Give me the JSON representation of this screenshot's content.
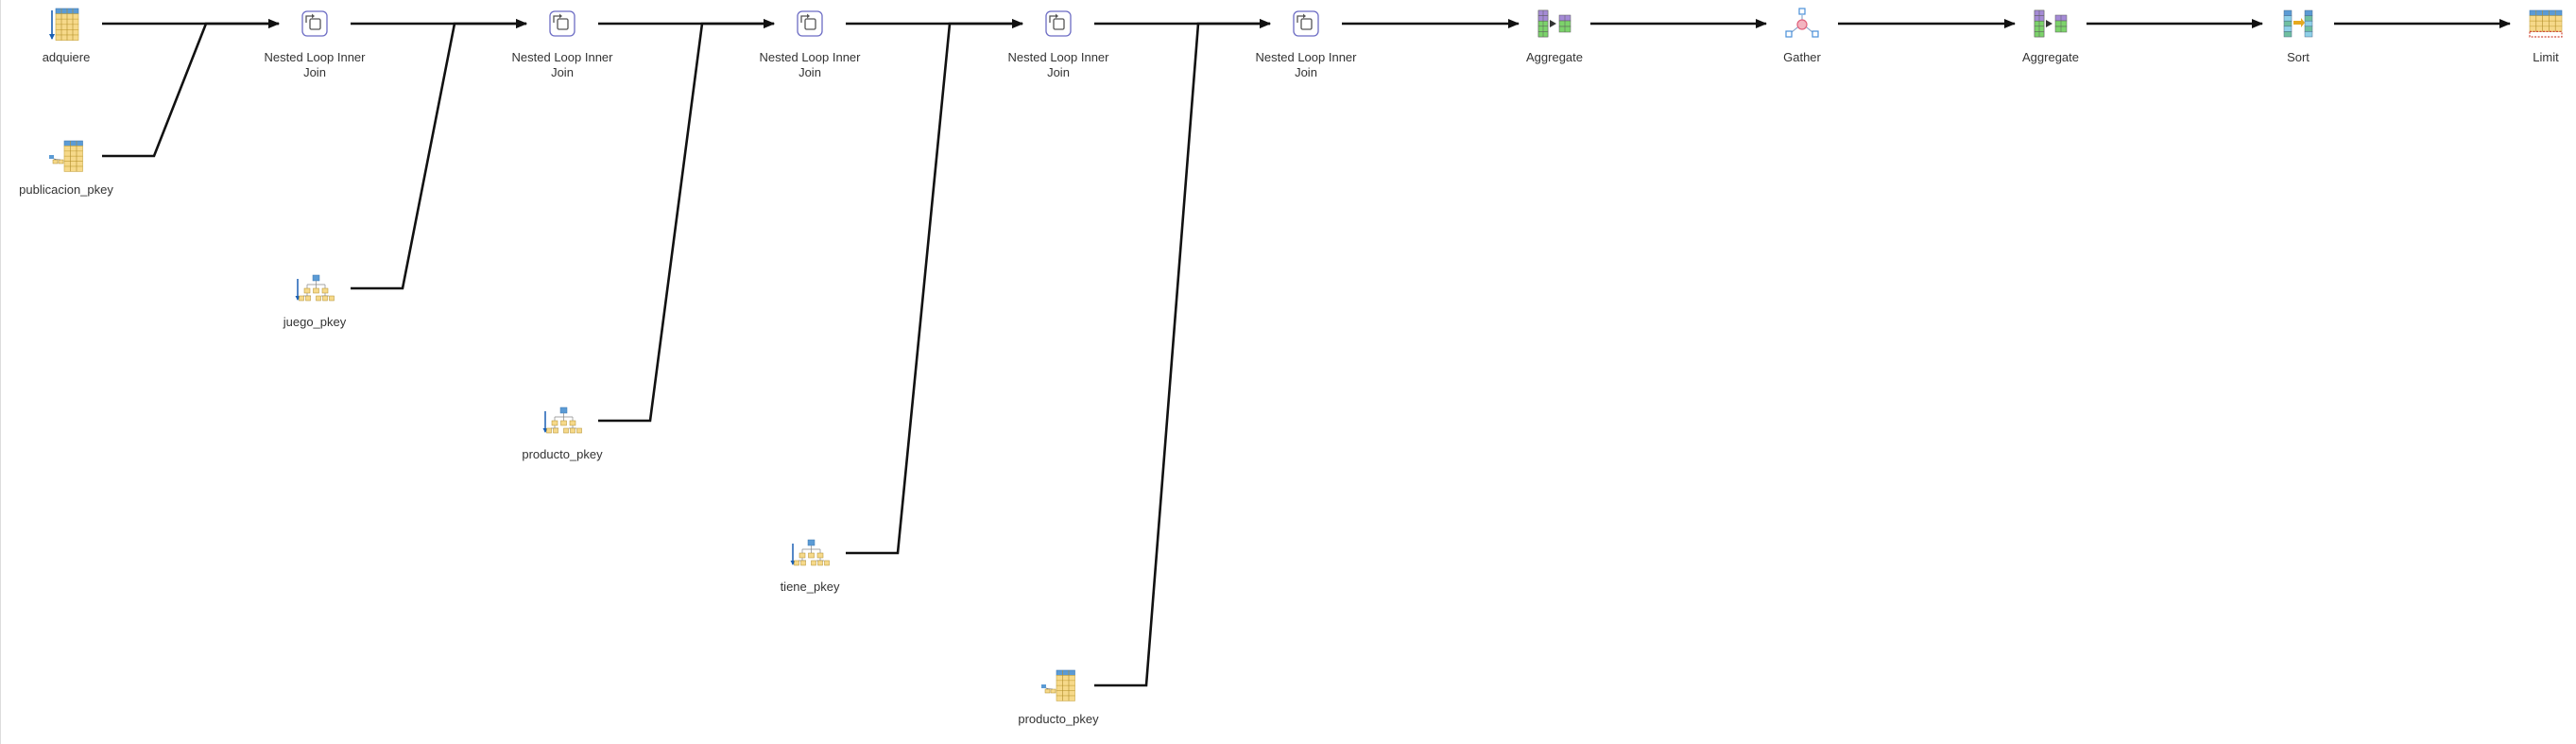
{
  "plan": {
    "nodes": [
      {
        "id": "adquiere",
        "icon": "seq-scan-icon",
        "label_lines": [
          "adquiere"
        ]
      },
      {
        "id": "publicacion_pkey",
        "icon": "index-only-scan-icon",
        "label_lines": [
          "publicacion_pkey"
        ]
      },
      {
        "id": "nlj1",
        "icon": "nested-loop-icon",
        "label_lines": [
          "Nested Loop Inner",
          "Join"
        ]
      },
      {
        "id": "juego_pkey",
        "icon": "index-scan-icon",
        "label_lines": [
          "juego_pkey"
        ]
      },
      {
        "id": "nlj2",
        "icon": "nested-loop-icon",
        "label_lines": [
          "Nested Loop Inner",
          "Join"
        ]
      },
      {
        "id": "producto_pkey_1",
        "icon": "index-scan-icon",
        "label_lines": [
          "producto_pkey"
        ]
      },
      {
        "id": "nlj3",
        "icon": "nested-loop-icon",
        "label_lines": [
          "Nested Loop Inner",
          "Join"
        ]
      },
      {
        "id": "tiene_pkey",
        "icon": "index-scan-icon",
        "label_lines": [
          "tiene_pkey"
        ]
      },
      {
        "id": "nlj4",
        "icon": "nested-loop-icon",
        "label_lines": [
          "Nested Loop Inner",
          "Join"
        ]
      },
      {
        "id": "producto_pkey_2",
        "icon": "index-only-scan-icon",
        "label_lines": [
          "producto_pkey"
        ]
      },
      {
        "id": "nlj5",
        "icon": "nested-loop-icon",
        "label_lines": [
          "Nested Loop Inner",
          "Join"
        ]
      },
      {
        "id": "aggregate1",
        "icon": "aggregate-icon",
        "label_lines": [
          "Aggregate"
        ]
      },
      {
        "id": "gather",
        "icon": "gather-icon",
        "label_lines": [
          "Gather"
        ]
      },
      {
        "id": "aggregate2",
        "icon": "aggregate-icon",
        "label_lines": [
          "Aggregate"
        ]
      },
      {
        "id": "sort",
        "icon": "sort-icon",
        "label_lines": [
          "Sort"
        ]
      },
      {
        "id": "limit",
        "icon": "limit-icon",
        "label_lines": [
          "Limit"
        ]
      }
    ],
    "edges": [
      {
        "from": "adquiere",
        "to": "nlj1"
      },
      {
        "from": "publicacion_pkey",
        "to": "nlj1"
      },
      {
        "from": "nlj1",
        "to": "nlj2"
      },
      {
        "from": "juego_pkey",
        "to": "nlj2"
      },
      {
        "from": "nlj2",
        "to": "nlj3"
      },
      {
        "from": "producto_pkey_1",
        "to": "nlj3"
      },
      {
        "from": "nlj3",
        "to": "nlj4"
      },
      {
        "from": "tiene_pkey",
        "to": "nlj4"
      },
      {
        "from": "nlj4",
        "to": "nlj5"
      },
      {
        "from": "producto_pkey_2",
        "to": "nlj5"
      },
      {
        "from": "nlj5",
        "to": "aggregate1"
      },
      {
        "from": "aggregate1",
        "to": "gather"
      },
      {
        "from": "gather",
        "to": "aggregate2"
      },
      {
        "from": "aggregate2",
        "to": "sort"
      },
      {
        "from": "sort",
        "to": "limit"
      }
    ]
  },
  "colors": {
    "edge": "#111111",
    "label": "#333333",
    "table_header": "#5b9bd5",
    "table_body": "#f6d98a",
    "node_box": "#6c6cc4",
    "agg_purple": "#a58bd6",
    "agg_green": "#7cd36b",
    "gather_red": "#e0607a",
    "gather_blue": "#4a90d9"
  }
}
